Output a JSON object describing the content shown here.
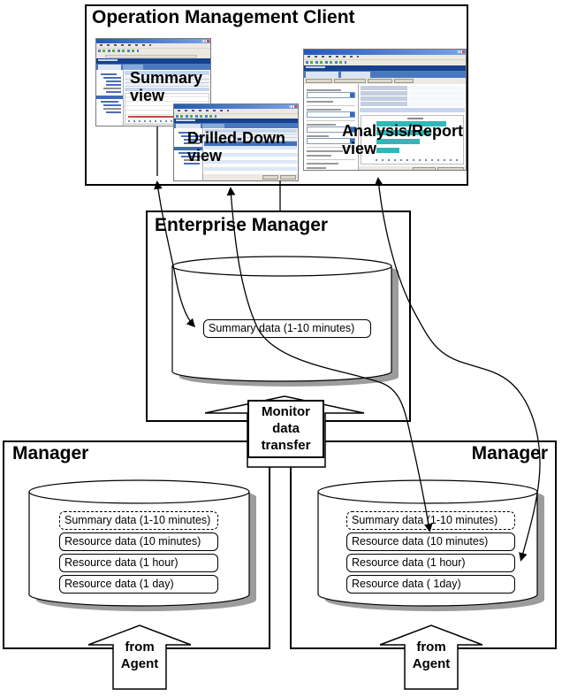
{
  "client": {
    "title": "Operation Management Client",
    "views": [
      {
        "label": "Summary view"
      },
      {
        "label": "Drilled-Down view"
      },
      {
        "label": "Analysis/Report view"
      }
    ]
  },
  "enterprise_manager": {
    "title": "Enterprise Manager",
    "datastore_label": "Summary data (1-10 minutes)"
  },
  "monitor_arrow": {
    "label": "Monitor data transfer"
  },
  "managers": [
    {
      "title": "Manager",
      "items": [
        {
          "label": "Summary data (1-10 minutes)"
        },
        {
          "label": "Resource data (10 minutes)"
        },
        {
          "label": "Resource data (1 hour)"
        },
        {
          "label": "Resource data (1 day)"
        }
      ],
      "agent_arrow_label": "from Agent"
    },
    {
      "title": "Manager",
      "items": [
        {
          "label": "Summary data (1-10 minutes)"
        },
        {
          "label": "Resource data (10 minutes)"
        },
        {
          "label": "Resource data (1 hour)"
        },
        {
          "label": "Resource data ( 1day)"
        }
      ],
      "agent_arrow_label": "from Agent"
    }
  ],
  "colors": {
    "line": "#000000",
    "cylinder_shadow": "#9c9c9c",
    "window_titlebar_blue": "#2258c0",
    "app_header_blue": "#16418c",
    "tab_blue": "#4a78bf",
    "section_header_blue": "#c6d6ee",
    "table_alt_row_blue": "#dce8f5",
    "report_bar_teal": "#2fb8b8"
  }
}
